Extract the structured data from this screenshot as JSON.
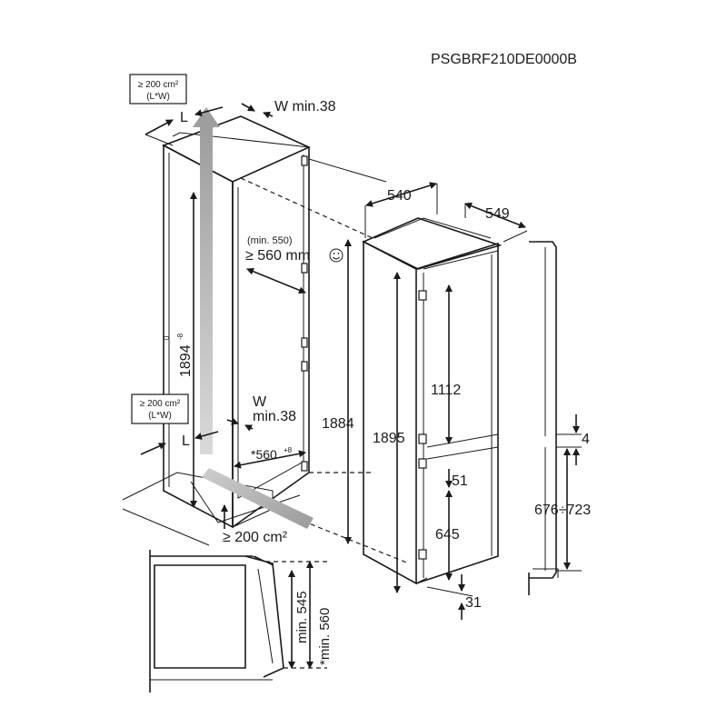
{
  "product_code": "PSGBRF210DE0000B",
  "ventilation_top": {
    "area": "≥ 200 cm²",
    "formula": "(L*W)",
    "length": "L",
    "width": "W min.38"
  },
  "ventilation_bottom": {
    "area": "≥ 200 cm²",
    "formula": "(L*W)",
    "length": "L",
    "width_w": "W",
    "width_min": "min.38"
  },
  "niche": {
    "height": "1894",
    "height_tol_upper": "0",
    "height_tol_lower": "-8",
    "depth_min_note": "(min. 550)",
    "depth": "≥ 560 mm",
    "width": "*560",
    "width_tol": "+8",
    "floor_vent": "≥ 200 cm²"
  },
  "appliance": {
    "width": "540",
    "depth": "549",
    "niche_height": "1884",
    "total_height": "1895",
    "upper_door": "1112",
    "gap": "4",
    "lower_door": "645",
    "lower_offset": "51",
    "bottom_offset": "31",
    "door_range": "676÷723"
  },
  "plan_view": {
    "min_inner": "min. 545",
    "min_outer": "*min. 560"
  },
  "colors": {
    "line": "#1a1a1a",
    "airflow": "#b8b8b8"
  }
}
